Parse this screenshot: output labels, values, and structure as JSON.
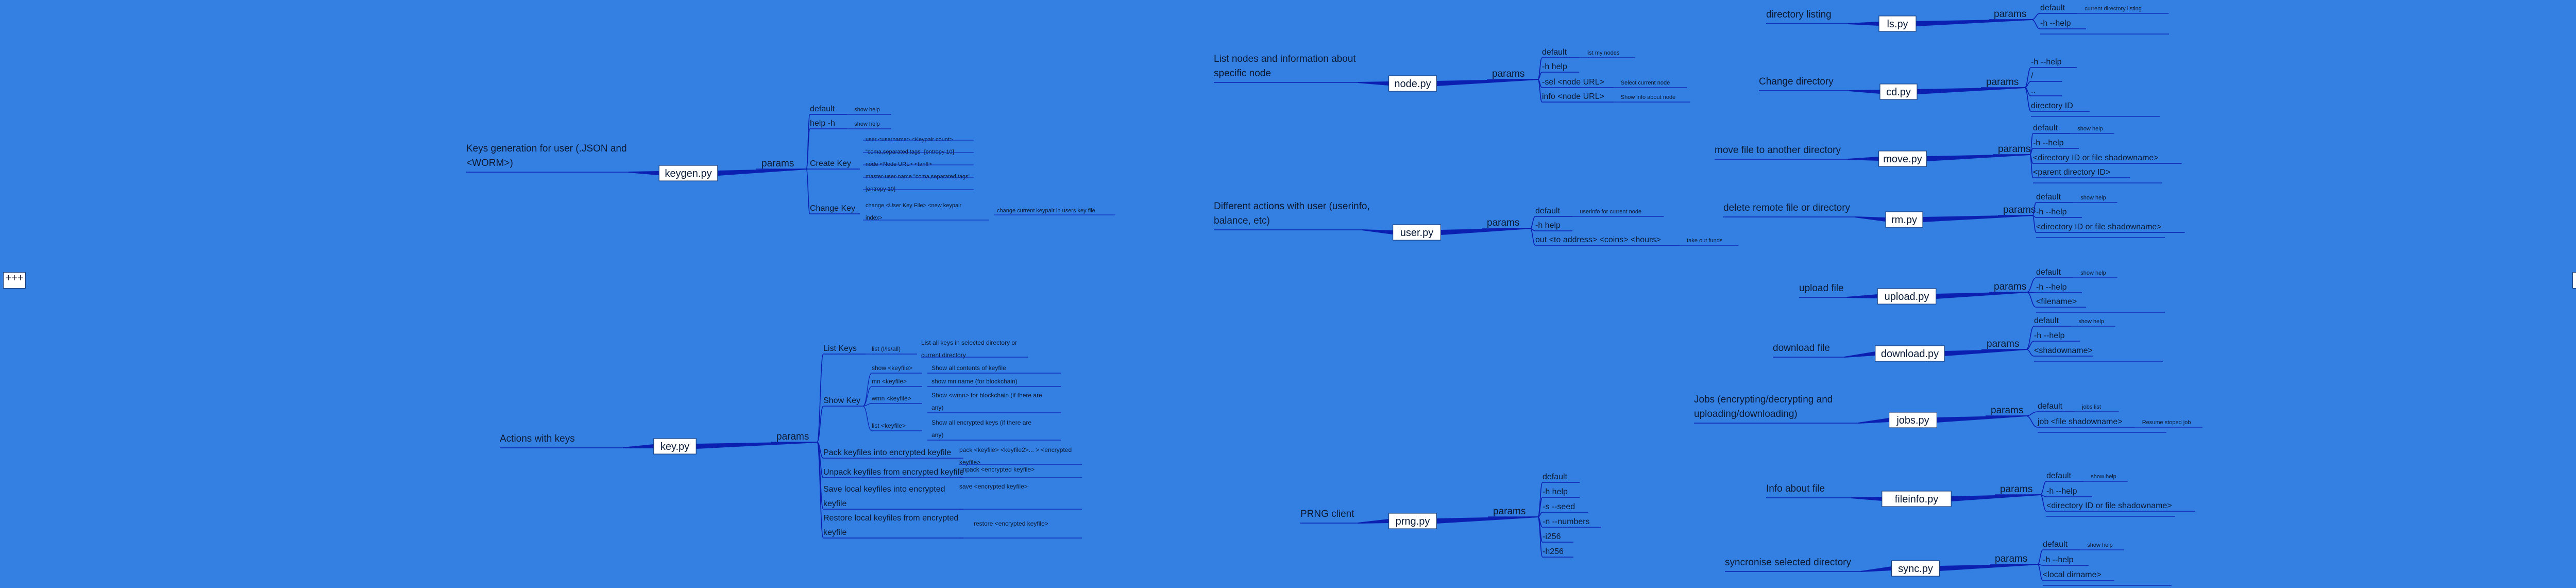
{
  "controls": {
    "left_toggle": "+++",
    "right_toggle": "***"
  },
  "colors": {
    "background": "#3380e2",
    "line": "#0b1fb0",
    "box_fill": "#ffffff",
    "text": "#0b1a35"
  },
  "trees": [
    {
      "id": "keygen",
      "root": "keygen.py",
      "description": [
        "Keys generation for user (.JSON and",
        "<WORM>)"
      ],
      "params_label": "params",
      "children": [
        {
          "label": "default",
          "note": "show help"
        },
        {
          "label": "help -h",
          "note": "show help"
        },
        {
          "label": "Create Key",
          "notes": [
            "user <username> <Keypair count>",
            "\"coma,separated,tags\" [entropy 10]",
            "node <Node URL> <tariff>",
            "master-user-name \"coma,separated,tags\"",
            "[entropy 10]"
          ]
        },
        {
          "label": "Change Key",
          "notes": [
            "change <User Key File> <new keypair",
            "index>"
          ],
          "sub": "change current keypair in users key file"
        }
      ]
    },
    {
      "id": "key",
      "root": "key.py",
      "description": [
        "Actions with keys"
      ],
      "params_label": "params",
      "children": [
        {
          "label": "List Keys",
          "items": [
            {
              "label": "list (l/ls/all)",
              "note": [
                "List all keys in selected directory or",
                "current directory"
              ]
            }
          ]
        },
        {
          "label": "Show Key",
          "items": [
            {
              "label": "show <keyfile>",
              "note": [
                "Show all contents of keyfile"
              ]
            },
            {
              "label": "mn <keyfile>",
              "note": [
                "show mn name (for blockchain)"
              ]
            },
            {
              "label": "wmn <keyfile>",
              "note": [
                "Show <wmn> for blockchain (if there are",
                "any)"
              ]
            },
            {
              "label": "list <keyfile>",
              "note": [
                "Show all encrypted keys (if there are",
                "any)"
              ]
            }
          ]
        },
        {
          "label": "Pack keyfiles into encrypted keyfile",
          "note": [
            "pack <keyfile> <keyfile2>... > <encrypted",
            "keyfile>"
          ]
        },
        {
          "label": "Unpack keyfiles from encrypted keyfile",
          "note": [
            "unpack <encrypted keyfile>"
          ]
        },
        {
          "label": [
            "Save local keyfiles into encrypted",
            "keyfile"
          ],
          "note": [
            "save <encrypted keyfile>"
          ]
        },
        {
          "label": [
            "Restore local keyfiles from encrypted",
            "keyfile"
          ],
          "note": [
            "restore <encrypted keyfile>"
          ]
        }
      ]
    },
    {
      "id": "node",
      "root": "node.py",
      "description": [
        "List nodes and information about",
        "specific node"
      ],
      "params_label": "params",
      "children": [
        {
          "label": "default",
          "note": "list my nodes"
        },
        {
          "label": "-h help"
        },
        {
          "label": "-sel <node URL>",
          "note": "Select current node"
        },
        {
          "label": "info <node URL>",
          "note": "Show info about node"
        }
      ]
    },
    {
      "id": "user",
      "root": "user.py",
      "description": [
        "Different actions with user (userinfo,",
        "balance, etc)"
      ],
      "params_label": "params",
      "children": [
        {
          "label": "default",
          "note": "userinfo for current node"
        },
        {
          "label": "-h help"
        },
        {
          "label": "out <to address> <coins> <hours>",
          "note": "take out funds"
        }
      ]
    },
    {
      "id": "prng",
      "root": "prng.py",
      "description": [
        "PRNG client"
      ],
      "params_label": "params",
      "children": [
        {
          "label": "default"
        },
        {
          "label": "-h help"
        },
        {
          "label": "-s --seed"
        },
        {
          "label": "-n --numbers"
        },
        {
          "label": "-i256"
        },
        {
          "label": "-h256"
        }
      ]
    },
    {
      "id": "ls",
      "root": "ls.py",
      "description": [
        "directory listing"
      ],
      "params_label": "params",
      "children": [
        {
          "label": "default",
          "note": "current directory listing"
        },
        {
          "label": "-h --help"
        }
      ]
    },
    {
      "id": "cd",
      "root": "cd.py",
      "description": [
        "Change directory"
      ],
      "params_label": "params",
      "children": [
        {
          "label": "-h --help"
        },
        {
          "label": "/"
        },
        {
          "label": ".."
        },
        {
          "label": "directory ID"
        }
      ]
    },
    {
      "id": "move",
      "root": "move.py",
      "description": [
        "move file to another directory"
      ],
      "params_label": "params",
      "children": [
        {
          "label": "default",
          "note": "show help"
        },
        {
          "label": "-h --help"
        },
        {
          "label": "<directory ID or file shadowname>"
        },
        {
          "label": "<parent directory ID>"
        }
      ]
    },
    {
      "id": "rm",
      "root": "rm.py",
      "description": [
        "delete remote file or directory"
      ],
      "params_label": "params",
      "children": [
        {
          "label": "default",
          "note": "show help"
        },
        {
          "label": "-h --help"
        },
        {
          "label": "<directory ID or file shadowname>"
        }
      ]
    },
    {
      "id": "upload",
      "root": "upload.py",
      "description": [
        "upload file"
      ],
      "params_label": "params",
      "children": [
        {
          "label": "default",
          "note": "show help"
        },
        {
          "label": "-h --help"
        },
        {
          "label": "<filename>"
        }
      ]
    },
    {
      "id": "download",
      "root": "download.py",
      "description": [
        "download file"
      ],
      "params_label": "params",
      "children": [
        {
          "label": "default",
          "note": "show help"
        },
        {
          "label": "-h --help"
        },
        {
          "label": "<shadowname>"
        }
      ]
    },
    {
      "id": "jobs",
      "root": "jobs.py",
      "description": [
        "Jobs (encrypting/decrypting and",
        "uploading/downloading)"
      ],
      "params_label": "params",
      "children": [
        {
          "label": "default",
          "note": "jobs list"
        },
        {
          "label": "job <file shadowname>",
          "note": "Resume stoped job"
        }
      ]
    },
    {
      "id": "fileinfo",
      "root": "fileinfo.py",
      "description": [
        "Info about file"
      ],
      "params_label": "params",
      "children": [
        {
          "label": "default",
          "note": "show help"
        },
        {
          "label": "-h --help"
        },
        {
          "label": "<directory ID or file shadowname>"
        }
      ]
    },
    {
      "id": "sync",
      "root": "sync.py",
      "description": [
        "syncronise selected directory"
      ],
      "params_label": "params",
      "children": [
        {
          "label": "default",
          "note": "show help"
        },
        {
          "label": "-h --help"
        },
        {
          "label": "<local dirname>"
        }
      ]
    }
  ]
}
